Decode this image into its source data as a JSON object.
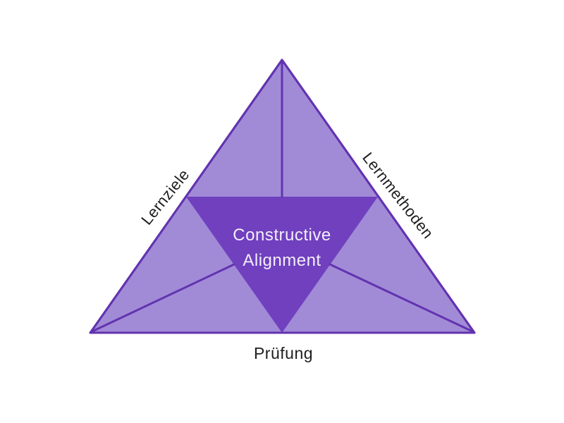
{
  "diagram": {
    "type": "triangle-diagram",
    "center_label": {
      "line1": "Constructive",
      "line2": "Alignment"
    },
    "edge_labels": {
      "left": "Lernziele",
      "right": "Lernmethoden",
      "bottom": "Prüfung"
    },
    "colors": {
      "background": "#ffffff",
      "outer_fill": "#a18bd7",
      "inner_fill": "#7040bf",
      "stroke": "#6233af",
      "label_text": "#1e1e1e",
      "center_text": "#f3eef9"
    }
  }
}
